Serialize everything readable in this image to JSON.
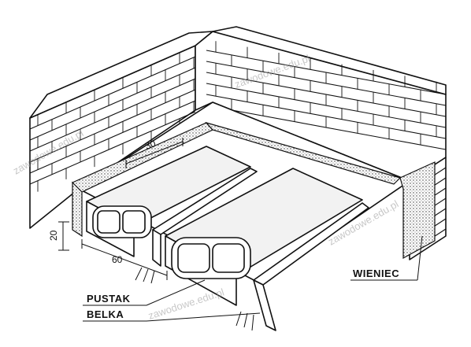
{
  "labels": {
    "pustak": "PUSTAK",
    "belka": "BELKA",
    "wieniec": "WIENIEC"
  },
  "dimensions": {
    "block_width": "30",
    "span": "60",
    "height": "20"
  },
  "watermark": "zawodowe.edu.pl"
}
